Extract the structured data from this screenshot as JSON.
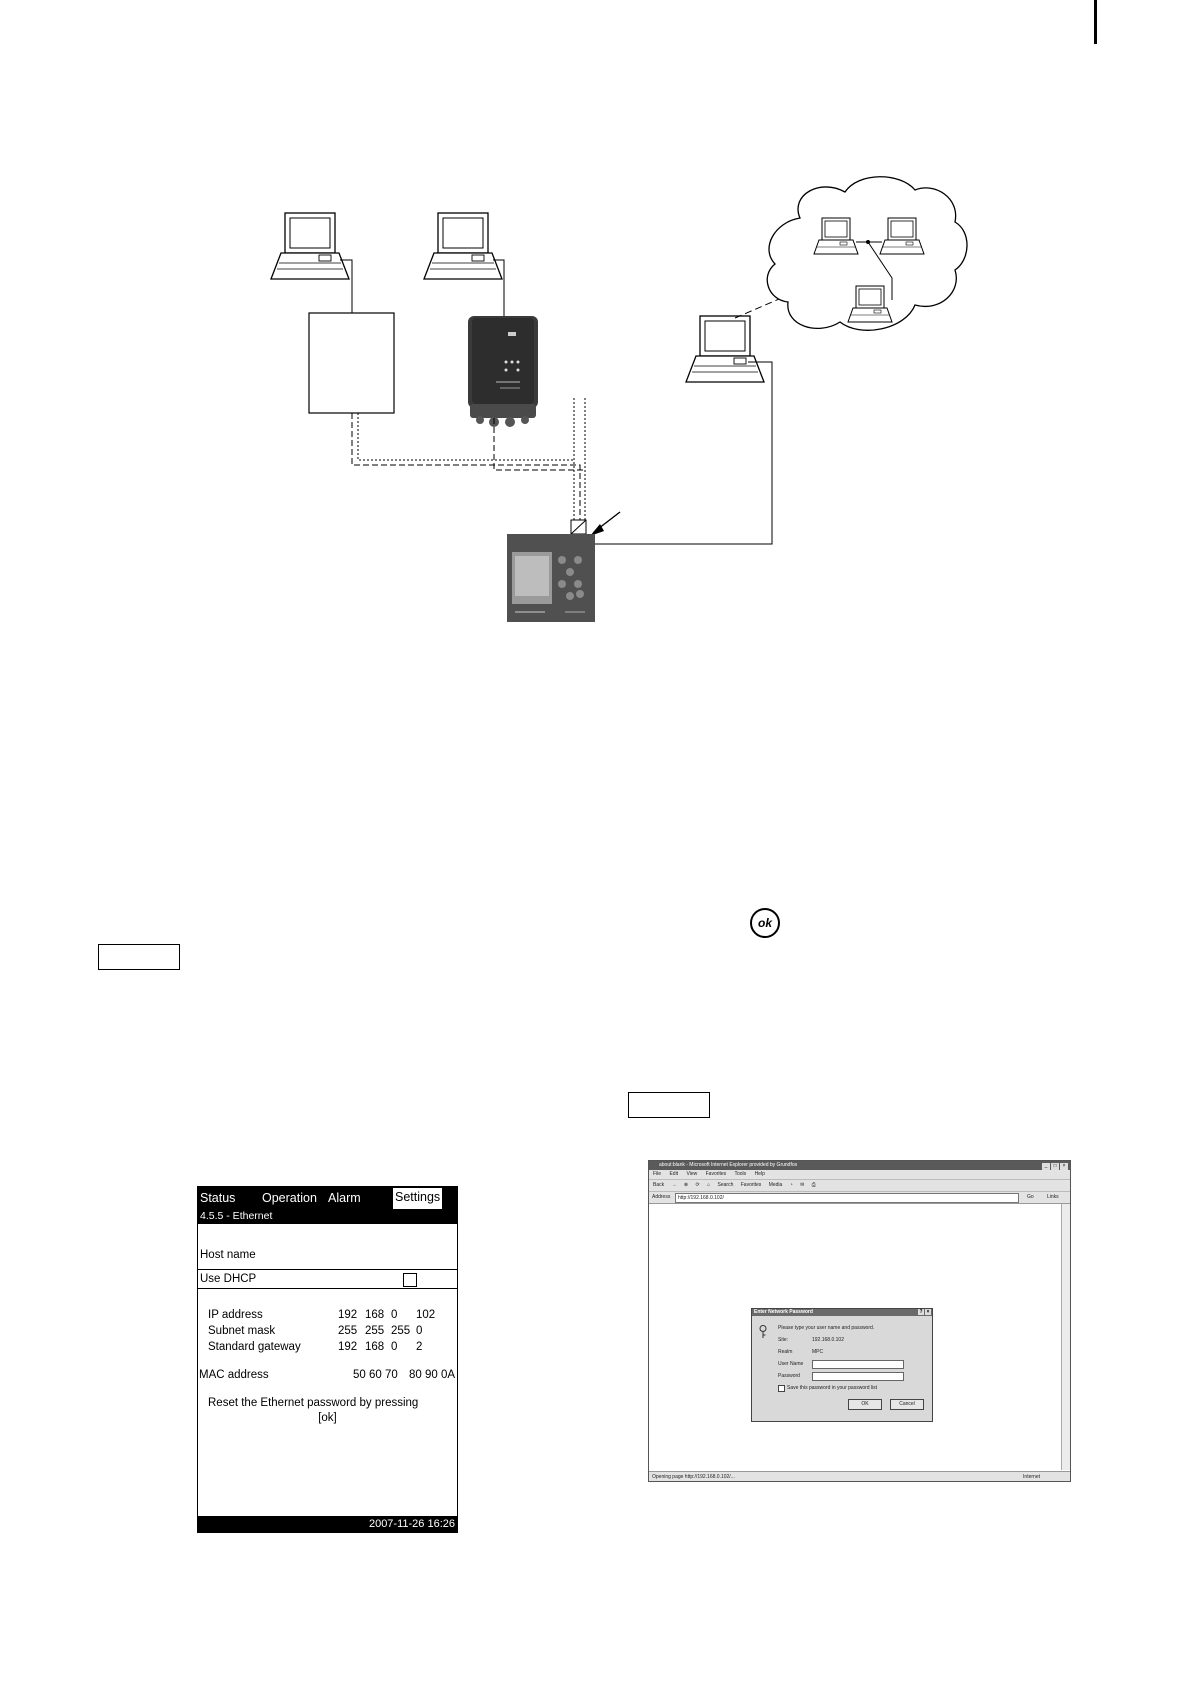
{
  "lcd": {
    "tabs": [
      "Status",
      "Operation",
      "Alarm",
      "Settings"
    ],
    "menu_path": "4.5.5 - Ethernet",
    "host_name_label": "Host name",
    "use_dhcp_label": "Use DHCP",
    "use_dhcp_checked": false,
    "ip_address": {
      "label": "IP address",
      "octets": [
        "192",
        "168",
        "0",
        "102"
      ]
    },
    "subnet_mask": {
      "label": "Subnet mask",
      "octets": [
        "255",
        "255",
        "255",
        "0"
      ]
    },
    "standard_gateway": {
      "label": "Standard gateway",
      "octets": [
        "192",
        "168",
        "0",
        "2"
      ]
    },
    "mac_address": {
      "label": "MAC address",
      "parts": [
        "50 60 70",
        "80 90 0A"
      ]
    },
    "reset_line1": "Reset the Ethernet password by pressing",
    "reset_line2": "[ok]",
    "datetime": "2007-11-26  16:26"
  },
  "ok_button_glyph": "ok",
  "browser": {
    "title": "about:blank - Microsoft Internet Explorer provided by Grundfos",
    "window_buttons": [
      "_",
      "□",
      "×"
    ],
    "menu": [
      "File",
      "Edit",
      "View",
      "Favorites",
      "Tools",
      "Help"
    ],
    "toolbar": [
      "Back",
      "→",
      "⊗",
      "⟳",
      "⌂",
      "Search",
      "Favorites",
      "Media",
      "◔",
      "✉",
      "⎙"
    ],
    "address_label": "Address",
    "address_value": "http://192.168.0.102/",
    "go_label": "Go",
    "links_label": "Links",
    "status_text": "Opening page http://192.168.0.102/...",
    "zone_text": "Internet",
    "dialog": {
      "title": "Enter Network Password",
      "prompt": "Please type your user name and password.",
      "site_label": "Site:",
      "site_value": "192.168.0.102",
      "realm_label": "Realm",
      "realm_value": "MPC",
      "user_label": "User Name",
      "password_label": "Password",
      "save_label": "Save this password in your password list",
      "ok_label": "OK",
      "cancel_label": "Cancel",
      "buttons": [
        "?",
        "×"
      ]
    }
  },
  "icons": {
    "workstation": "laptop-icon",
    "gateway_box": "device-icon",
    "controller": "controller-icon",
    "internet": "cloud-icon",
    "key": "key-icon"
  }
}
